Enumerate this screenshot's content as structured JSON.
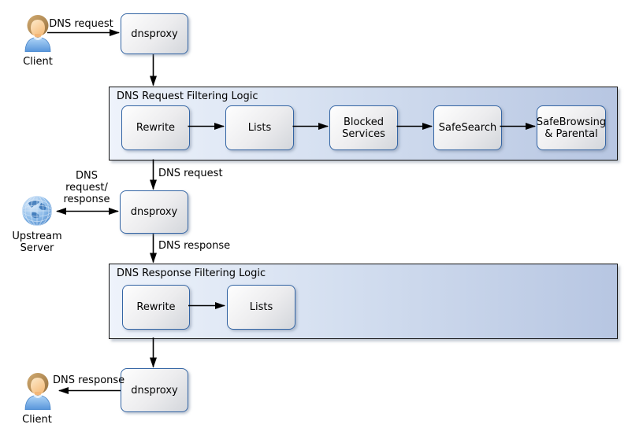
{
  "colors": {
    "node_border": "#3465a4",
    "node_fill_light": "#fefefe",
    "node_fill_dark": "#d3d6db",
    "container_fill_left": "#eef3fb",
    "container_fill_right": "#b7c6e2",
    "container_border": "#111111",
    "line": "#000000",
    "text": "#000000"
  },
  "icons": {
    "client": "person-icon",
    "upstream": "globe-icon"
  },
  "nodes": {
    "client_top": {
      "label": "Client"
    },
    "dnsproxy_top": {
      "label": "dnsproxy"
    },
    "request_filter": {
      "title": "DNS Request Filtering Logic",
      "steps": [
        {
          "label": "Rewrite"
        },
        {
          "label": "Lists"
        },
        {
          "label": "Blocked\nServices"
        },
        {
          "label": "SafeSearch"
        },
        {
          "label": "SafeBrowsing\n& Parental"
        }
      ]
    },
    "upstream": {
      "label": "Upstream\nServer"
    },
    "dnsproxy_mid": {
      "label": "dnsproxy"
    },
    "response_filter": {
      "title": "DNS Response Filtering Logic",
      "steps": [
        {
          "label": "Rewrite"
        },
        {
          "label": "Lists"
        }
      ]
    },
    "dnsproxy_bottom": {
      "label": "dnsproxy"
    },
    "client_bottom": {
      "label": "Client"
    }
  },
  "edge_labels": {
    "client_request": "DNS request",
    "filtered_request": "DNS request",
    "upstream_exchange": "DNS\nrequest/\nresponse",
    "proxy_response": "DNS response",
    "client_response": "DNS response"
  }
}
